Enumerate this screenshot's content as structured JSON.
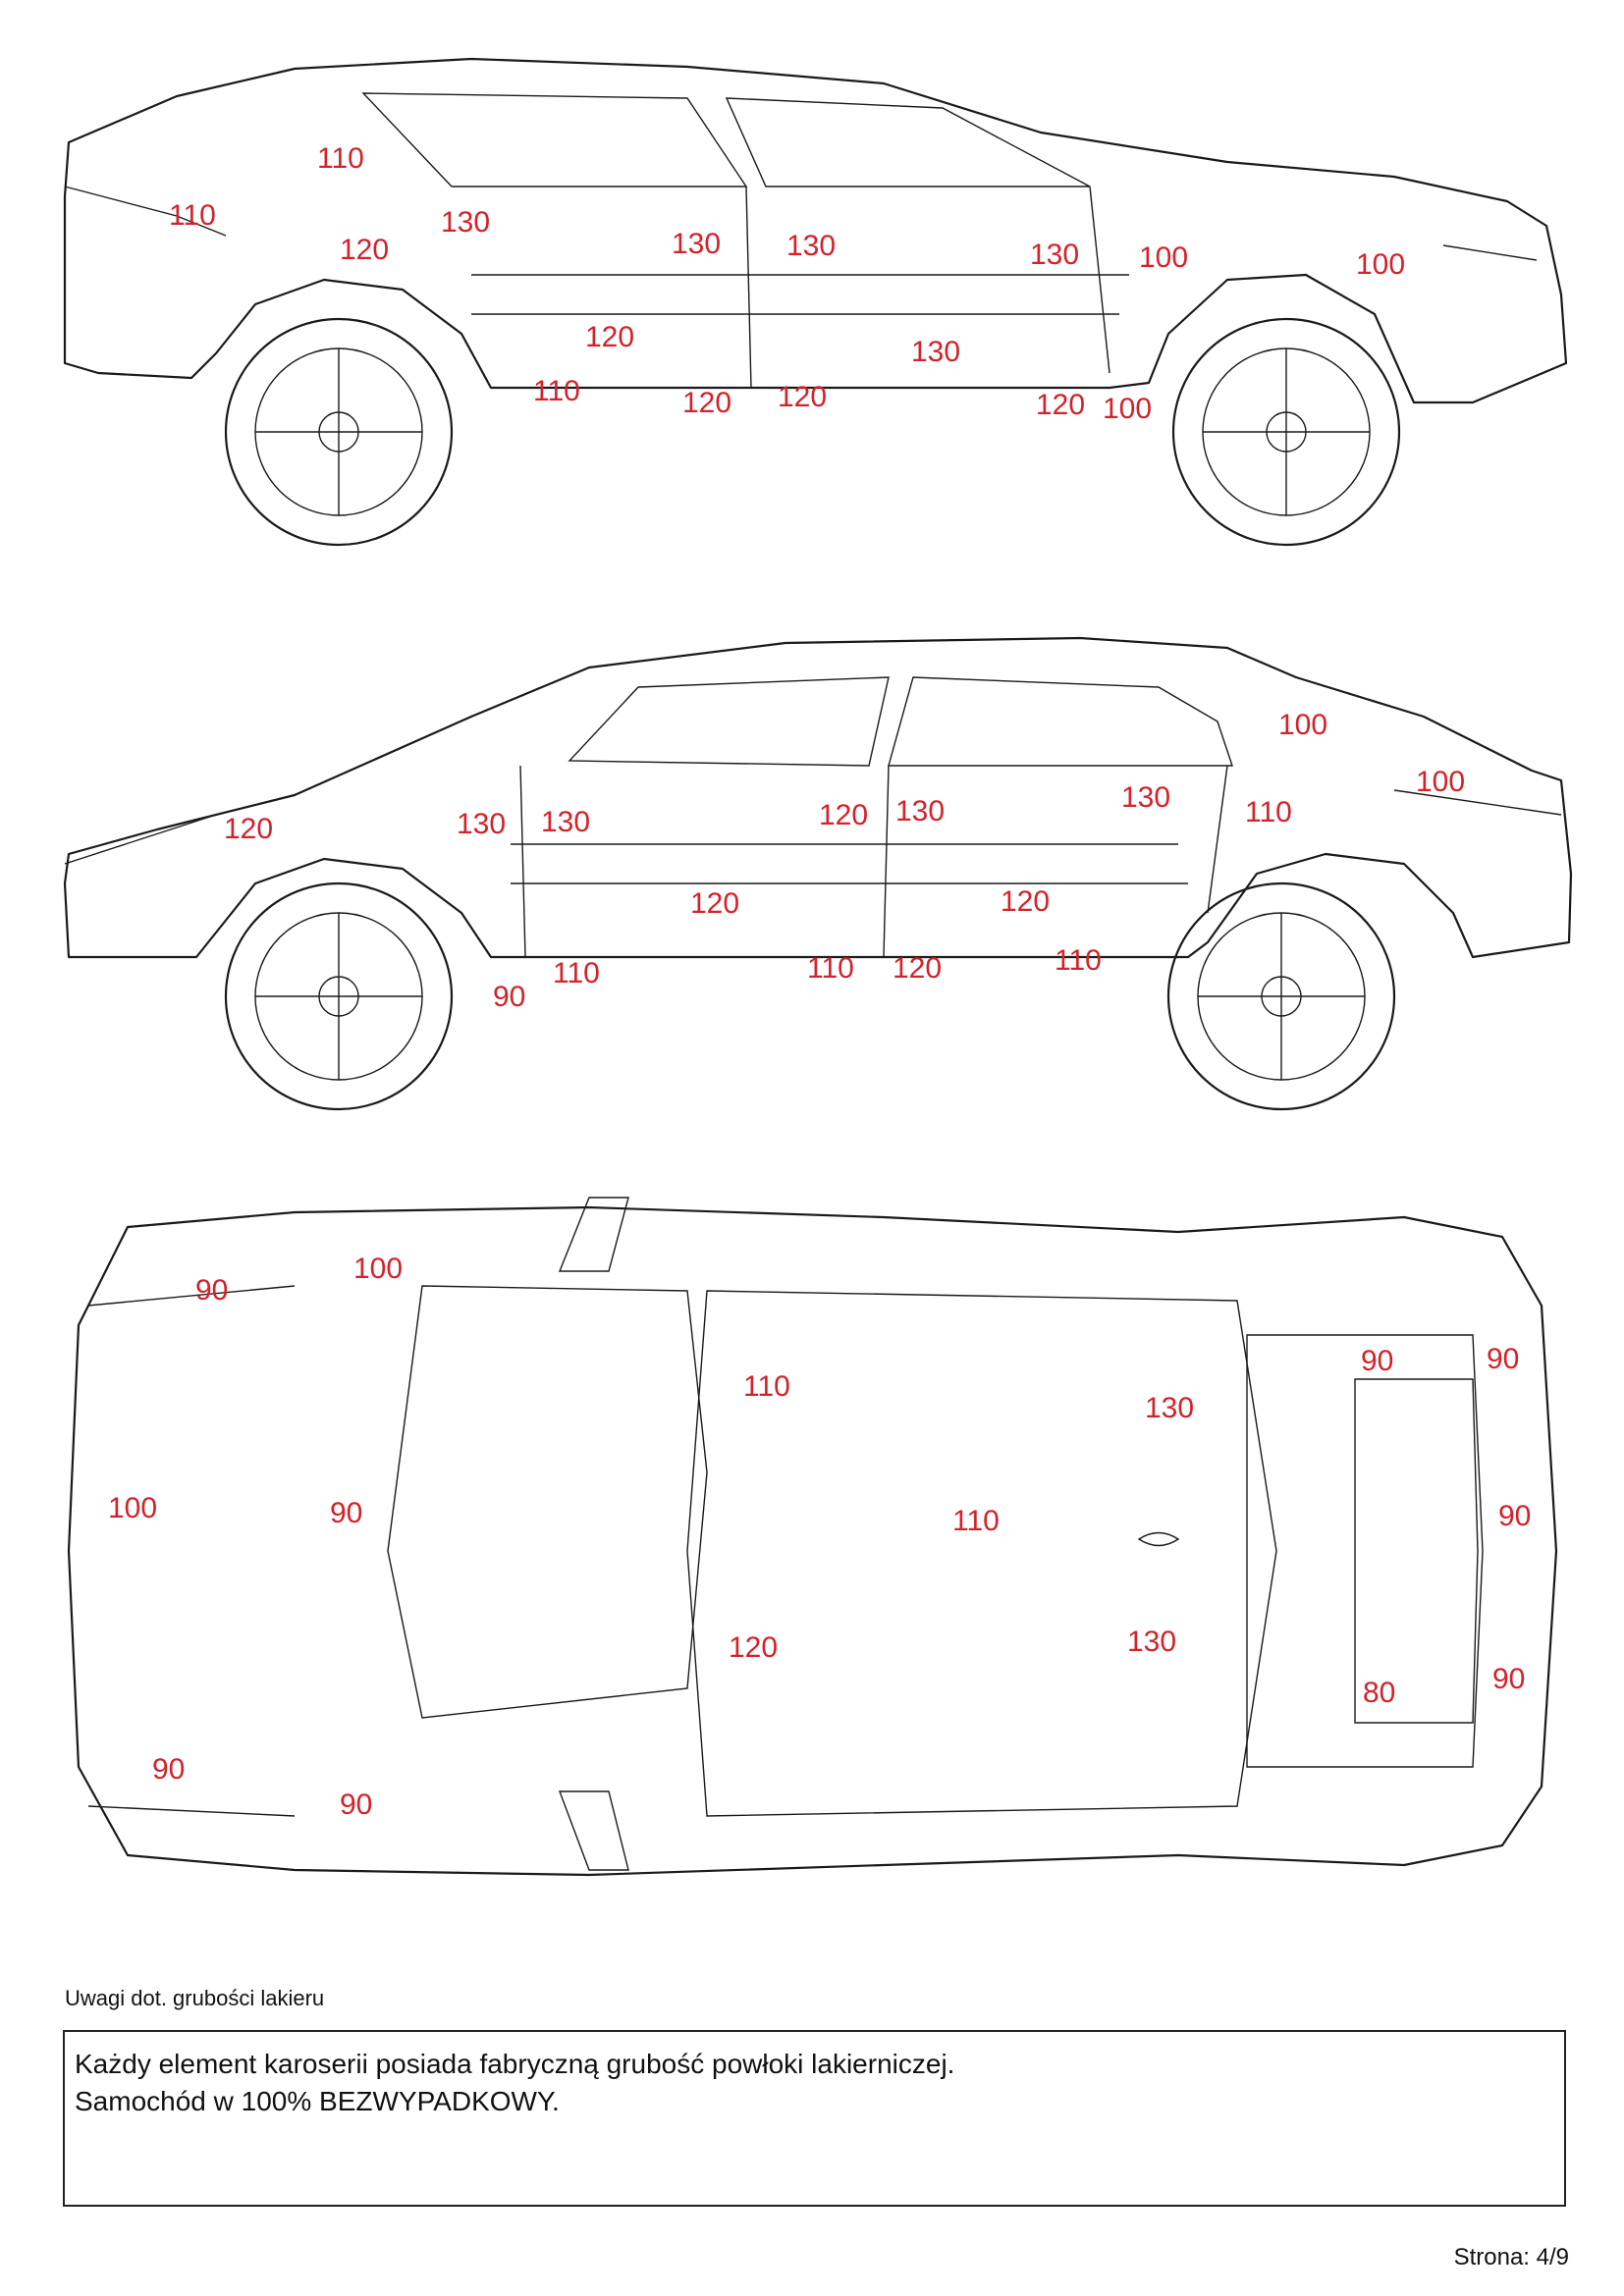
{
  "colors": {
    "measurement": "#d3222a",
    "outline": "#1a1a1a"
  },
  "side_right": {
    "labels": [
      "110",
      "110",
      "120",
      "130",
      "130",
      "130",
      "130",
      "100",
      "100",
      "120",
      "130",
      "110",
      "120",
      "120",
      "120",
      "100"
    ]
  },
  "side_left": {
    "labels": [
      "100",
      "100",
      "130",
      "120",
      "130",
      "130",
      "110",
      "130",
      "120",
      "120",
      "120",
      "90",
      "110",
      "110",
      "120",
      "110"
    ]
  },
  "top_view": {
    "labels": [
      "90",
      "100",
      "110",
      "130",
      "90",
      "90",
      "100",
      "90",
      "110",
      "90",
      "120",
      "130",
      "80",
      "90",
      "90",
      "90"
    ]
  },
  "notes": {
    "heading": "Uwagi dot. grubości lakieru",
    "line1": "Każdy element karoserii posiada fabryczną grubość powłoki lakierniczej.",
    "line2": "Samochód w 100% BEZWYPADKOWY."
  },
  "footer": {
    "page": "Strona: 4/9"
  }
}
